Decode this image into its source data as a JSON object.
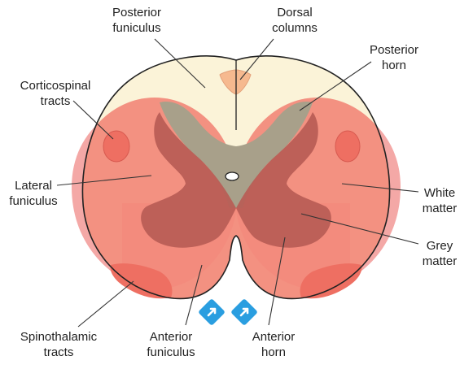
{
  "labels": {
    "posterior_funiculus": [
      "Posterior",
      "funiculus"
    ],
    "dorsal_columns": [
      "Dorsal",
      "columns"
    ],
    "posterior_horn": [
      "Posterior",
      "horn"
    ],
    "corticospinal_tracts": [
      "Corticospinal",
      "tracts"
    ],
    "lateral_funiculus": [
      "Lateral",
      "funiculus"
    ],
    "white_matter": [
      "White",
      "matter"
    ],
    "grey_matter": [
      "Grey",
      "matter"
    ],
    "spinothalamic_tracts": [
      "Spinothalamic",
      "tracts"
    ],
    "anterior_funiculus": [
      "Anterior",
      "funiculus"
    ],
    "anterior_horn": [
      "Anterior",
      "horn"
    ]
  },
  "colors": {
    "posterior_white": "#fbf3d8",
    "lateral_white": "#f28b7c",
    "lateral_outer_glow": "#f4a8a6",
    "grey_posterior": "#a8a08a",
    "grey_anterior": "#b85c55",
    "dorsal_column": "#f6b98f",
    "tract_patch": "#ee6f62",
    "arrow_icon": "#2a9ee0",
    "outline": "#222222",
    "leader_line": "#333333"
  },
  "icons": [
    "up-arrow-icon",
    "up-arrow-icon"
  ]
}
